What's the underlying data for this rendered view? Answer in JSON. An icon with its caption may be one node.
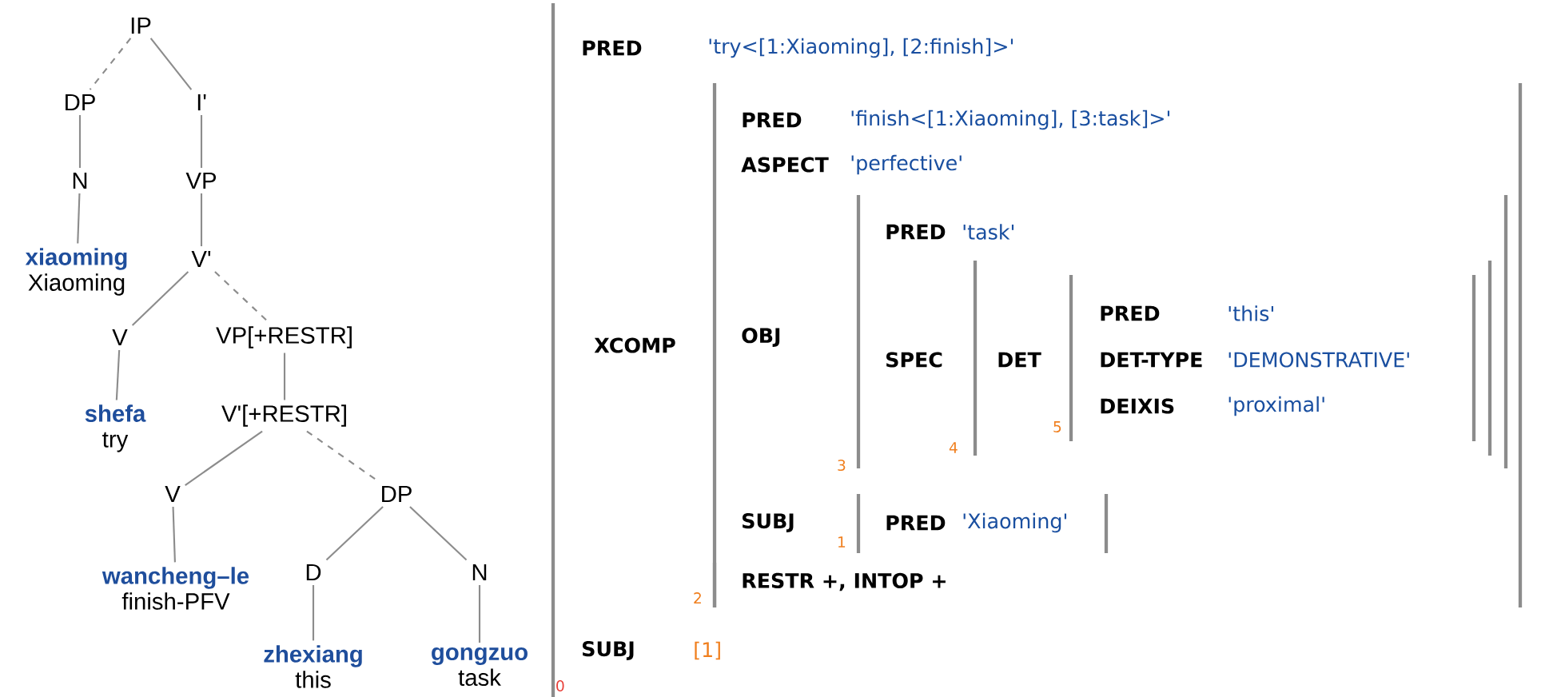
{
  "diagram": {
    "nodes": [
      {
        "text": [
          "IP"
        ]
      },
      {
        "text": [
          "DP"
        ]
      },
      {
        "text": [
          "I'"
        ]
      },
      {
        "text": [
          "N"
        ]
      },
      {
        "text": [
          "VP"
        ]
      },
      {
        "text": [
          "xiaoming",
          "Xiaoming"
        ]
      },
      {
        "text": [
          "V'"
        ]
      },
      {
        "text": [
          "V"
        ]
      },
      {
        "text": [
          "VP[+RESTR]"
        ]
      },
      {
        "text": [
          "shefa",
          "try"
        ]
      },
      {
        "text": [
          "V'[+RESTR]"
        ]
      },
      {
        "text": [
          "V"
        ]
      },
      {
        "text": [
          "DP"
        ]
      },
      {
        "text": [
          "wancheng–le",
          "finish-PFV"
        ]
      },
      {
        "text": [
          "D"
        ]
      },
      {
        "text": [
          "N"
        ]
      },
      {
        "text": [
          "zhexiang",
          "this"
        ]
      },
      {
        "text": [
          "gongzuo",
          "task"
        ]
      }
    ],
    "edges": [
      {
        "from": 0,
        "to": 1,
        "arrow": "none",
        "style": "dashed"
      },
      {
        "from": 0,
        "to": 2,
        "arrow": "none"
      },
      {
        "from": 1,
        "to": 3,
        "arrow": "none"
      },
      {
        "from": 2,
        "to": 4,
        "arrow": "none"
      },
      {
        "from": 3,
        "to": 5,
        "arrow": "none"
      },
      {
        "from": 4,
        "to": 6,
        "arrow": "none"
      },
      {
        "from": 6,
        "to": 7,
        "arrow": "none"
      },
      {
        "from": 6,
        "to": 8,
        "arrow": "none",
        "style": "dashed"
      },
      {
        "from": 7,
        "to": 9,
        "arrow": "none"
      },
      {
        "from": 8,
        "to": 10,
        "arrow": "none"
      },
      {
        "from": 10,
        "to": 11,
        "arrow": "none"
      },
      {
        "from": 10,
        "to": 12,
        "arrow": "none",
        "style": "dashed"
      },
      {
        "from": 11,
        "to": 13,
        "arrow": "none"
      },
      {
        "from": 12,
        "to": 14,
        "arrow": "none"
      },
      {
        "from": 12,
        "to": 15,
        "arrow": "none"
      },
      {
        "from": 14,
        "to": 16,
        "arrow": "none"
      },
      {
        "from": 15,
        "to": 17,
        "arrow": "none"
      }
    ],
    "labels": [
      "PRED",
      "'try<[1:Xiaoming], [2:finish]>'",
      "PRED",
      "'finish<[1:Xiaoming], [3:task]>'",
      "ASPECT",
      "'perfective'",
      "PRED",
      "'task'",
      "XCOMP",
      "OBJ",
      "SPEC",
      "DET",
      "PRED",
      "'this'",
      "DET-TYPE",
      "'DEMONSTRATIVE'",
      "DEIXIS",
      "'proximal'",
      "5",
      "4",
      "3",
      "SUBJ",
      "1",
      "PRED",
      "'Xiaoming'",
      "2",
      "RESTR +, INTOP +",
      "0",
      "SUBJ",
      "[1]"
    ]
  }
}
